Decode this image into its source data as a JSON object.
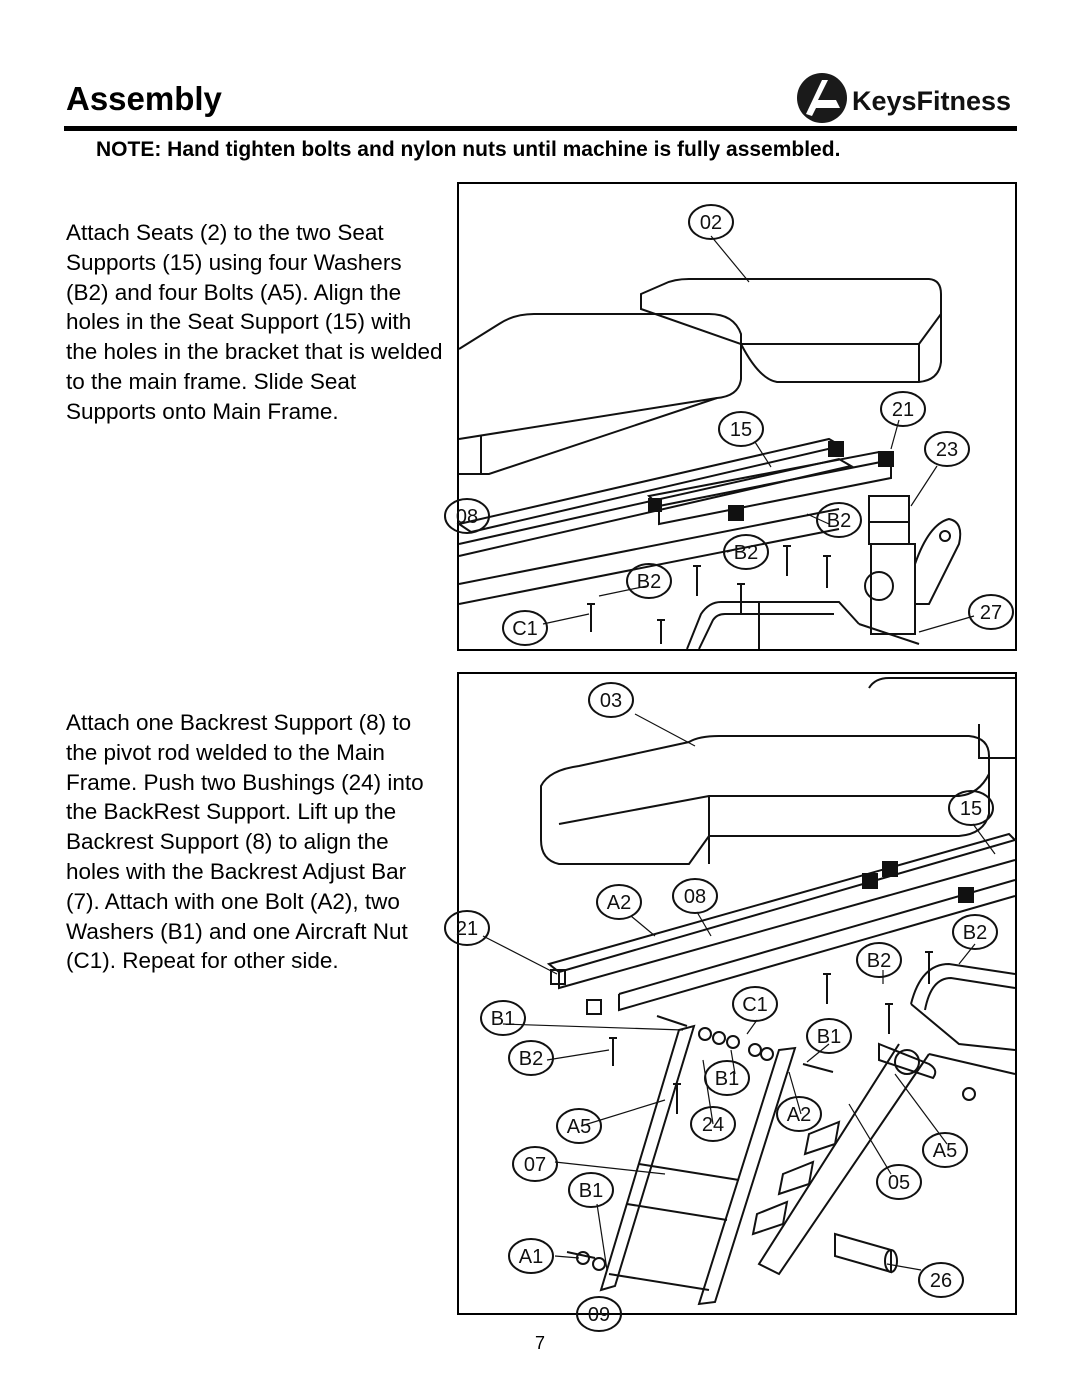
{
  "header": {
    "title": "Assembly",
    "brand": "KeysFitness"
  },
  "note": "NOTE: Hand tighten bolts and nylon nuts until machine is fully assembled.",
  "steps": [
    {
      "text": "Attach Seats (2) to the two Seat Supports (15) using four Washers (B2) and four Bolts (A5). Align the holes in the Seat Support (15) with the holes in the bracket that is welded to the main frame. Slide Seat Supports onto Main Frame.",
      "callouts": [
        "02",
        "15",
        "21",
        "23",
        "08",
        "B2",
        "B2",
        "B2",
        "27",
        "C1"
      ]
    },
    {
      "text": "Attach one Backrest Support (8) to the pivot rod welded to the Main Frame. Push two Bushings (24) into the BackRest Support. Lift up the Backrest Support (8) to align the holes with the Backrest Adjust Bar (7). Attach with one Bolt (A2), two Washers (B1) and one Aircraft Nut (C1). Repeat for other side.",
      "callouts": [
        "03",
        "15",
        "08",
        "A2",
        "21",
        "B2",
        "B2",
        "B1",
        "C1",
        "B1",
        "B2",
        "B1",
        "A5",
        "A2",
        "24",
        "A5",
        "07",
        "05",
        "B1",
        "A1",
        "26",
        "09"
      ]
    }
  ],
  "page_number": "7"
}
